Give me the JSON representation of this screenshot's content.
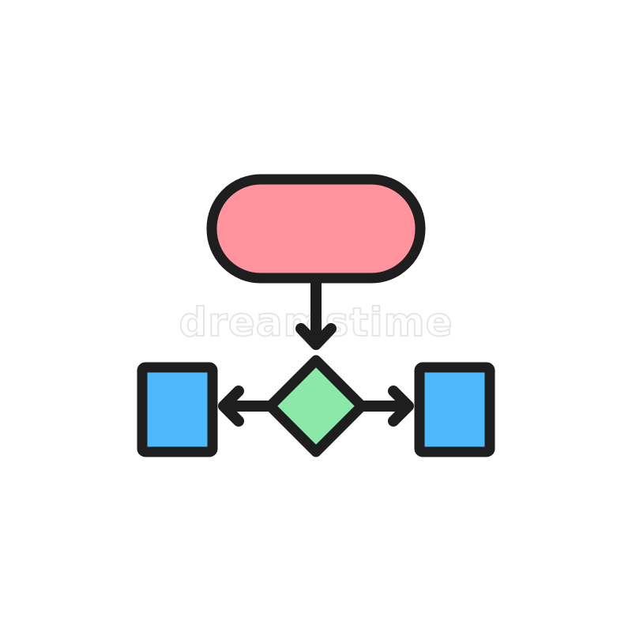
{
  "watermark": {
    "text": "dreamstime"
  },
  "colors": {
    "outline": "#1e1e1e",
    "terminal_fill": "#ff939e",
    "decision_fill": "#8ce8a8",
    "process_fill": "#4db8fb",
    "watermark": "#e6e6e6",
    "background": "#ffffff"
  },
  "shapes": [
    {
      "name": "start-terminal",
      "kind": "rounded-pill",
      "fill": "terminal_fill"
    },
    {
      "name": "decision-diamond",
      "kind": "diamond",
      "fill": "decision_fill"
    },
    {
      "name": "left-process",
      "kind": "rectangle",
      "fill": "process_fill"
    },
    {
      "name": "right-process",
      "kind": "rectangle",
      "fill": "process_fill"
    }
  ],
  "connectors": [
    {
      "from": "start-terminal",
      "to": "decision-diamond",
      "direction": "down"
    },
    {
      "from": "decision-diamond",
      "to": "left-process",
      "direction": "left"
    },
    {
      "from": "decision-diamond",
      "to": "right-process",
      "direction": "right"
    }
  ]
}
